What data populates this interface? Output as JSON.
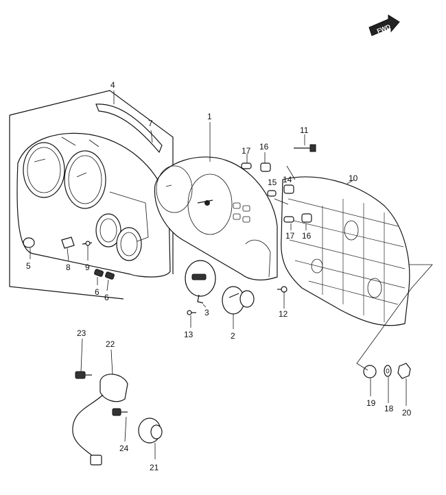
{
  "fwd_label": "FWD",
  "callouts": {
    "c1": "1",
    "c2": "2",
    "c3": "3",
    "c4": "4",
    "c5": "5",
    "c6a": "6",
    "c6b": "6",
    "c7": "7",
    "c8": "8",
    "c9": "9",
    "c10": "10",
    "c11": "11",
    "c12": "12",
    "c13": "13",
    "c14": "14",
    "c15": "15",
    "c16a": "16",
    "c16b": "16",
    "c17a": "17",
    "c17b": "17",
    "c18": "18",
    "c19": "19",
    "c20": "20",
    "c21": "21",
    "c22": "22",
    "c23": "23",
    "c24": "24"
  }
}
